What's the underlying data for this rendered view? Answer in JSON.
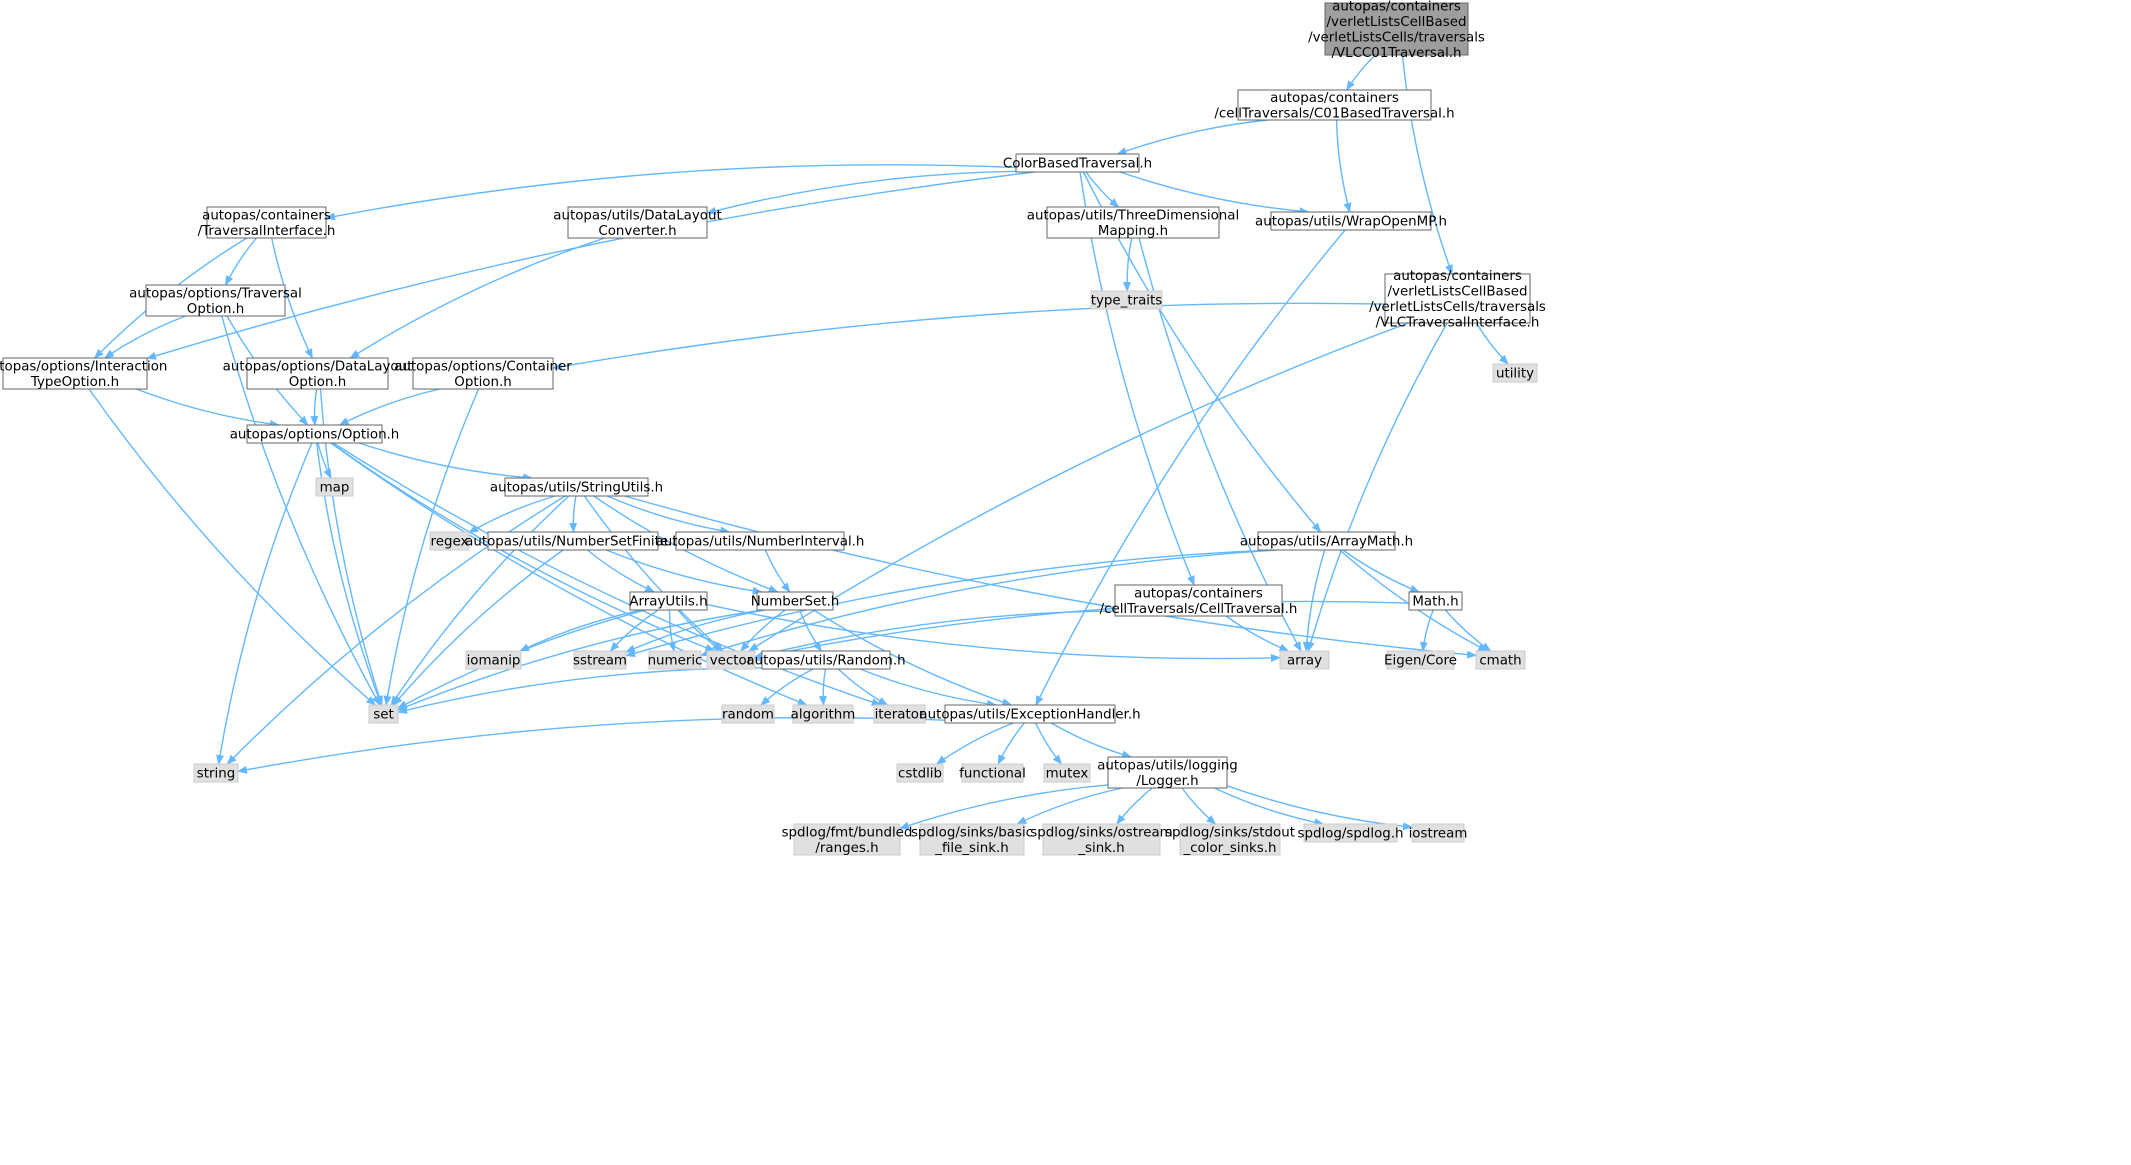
{
  "colors": {
    "root_fill": "#9e9e9e",
    "root_stroke": "#666666",
    "header_fill": "#ffffff",
    "header_stroke": "#666666",
    "system_fill": "#e0e0e0",
    "system_stroke": "#cccccc",
    "edge": "#63b8ff"
  },
  "nodes": [
    {
      "id": "n1",
      "kind": "root",
      "lines": [
        "autopas/containers",
        "/verletListsCellBased",
        "/verletListsCells/traversals",
        "/VLCC01Traversal.h"
      ]
    },
    {
      "id": "n2",
      "kind": "header",
      "lines": [
        "autopas/containers",
        "/cellTraversals/C01BasedTraversal.h"
      ]
    },
    {
      "id": "n3",
      "kind": "header",
      "lines": [
        "autopas/containers",
        "/verletListsCellBased",
        "/verletListsCells/traversals",
        "/VLCTraversalInterface.h"
      ]
    },
    {
      "id": "n4",
      "kind": "header",
      "lines": [
        "ColorBasedTraversal.h"
      ]
    },
    {
      "id": "n5",
      "kind": "header",
      "lines": [
        "autopas/utils/WrapOpenMP.h"
      ]
    },
    {
      "id": "n6",
      "kind": "header",
      "lines": [
        "autopas/containers",
        "/TraversalInterface.h"
      ]
    },
    {
      "id": "n7",
      "kind": "header",
      "lines": [
        "autopas/utils/DataLayout",
        "Converter.h"
      ]
    },
    {
      "id": "n8",
      "kind": "header",
      "lines": [
        "autopas/utils/ThreeDimensional",
        "Mapping.h"
      ]
    },
    {
      "id": "n9",
      "kind": "system",
      "lines": [
        "type_traits"
      ]
    },
    {
      "id": "n10",
      "kind": "system",
      "lines": [
        "utility"
      ]
    },
    {
      "id": "n11",
      "kind": "header",
      "lines": [
        "autopas/options/Traversal",
        "Option.h"
      ]
    },
    {
      "id": "n12",
      "kind": "header",
      "lines": [
        "autopas/options/Interaction",
        "TypeOption.h"
      ]
    },
    {
      "id": "n13",
      "kind": "header",
      "lines": [
        "autopas/options/DataLayout",
        "Option.h"
      ]
    },
    {
      "id": "n14",
      "kind": "header",
      "lines": [
        "autopas/options/Container",
        "Option.h"
      ]
    },
    {
      "id": "n15",
      "kind": "header",
      "lines": [
        "autopas/options/Option.h"
      ]
    },
    {
      "id": "n16",
      "kind": "system",
      "lines": [
        "map"
      ]
    },
    {
      "id": "n17",
      "kind": "header",
      "lines": [
        "autopas/utils/StringUtils.h"
      ]
    },
    {
      "id": "n18",
      "kind": "system",
      "lines": [
        "regex"
      ]
    },
    {
      "id": "n19",
      "kind": "header",
      "lines": [
        "autopas/utils/NumberSetFinite.h"
      ]
    },
    {
      "id": "n20",
      "kind": "header",
      "lines": [
        "autopas/utils/NumberInterval.h"
      ]
    },
    {
      "id": "n21",
      "kind": "header",
      "lines": [
        "autopas/utils/ArrayMath.h"
      ]
    },
    {
      "id": "n22",
      "kind": "header",
      "lines": [
        "ArrayUtils.h"
      ]
    },
    {
      "id": "n23",
      "kind": "header",
      "lines": [
        "NumberSet.h"
      ]
    },
    {
      "id": "n24",
      "kind": "header",
      "lines": [
        "autopas/containers",
        "/cellTraversals/CellTraversal.h"
      ]
    },
    {
      "id": "n25",
      "kind": "header",
      "lines": [
        "Math.h"
      ]
    },
    {
      "id": "n26",
      "kind": "system",
      "lines": [
        "iomanip"
      ]
    },
    {
      "id": "n27",
      "kind": "system",
      "lines": [
        "sstream"
      ]
    },
    {
      "id": "n28",
      "kind": "system",
      "lines": [
        "numeric"
      ]
    },
    {
      "id": "n29",
      "kind": "system",
      "lines": [
        "vector"
      ]
    },
    {
      "id": "n30",
      "kind": "system",
      "lines": [
        "array"
      ]
    },
    {
      "id": "n31",
      "kind": "system",
      "lines": [
        "Eigen/Core"
      ]
    },
    {
      "id": "n32",
      "kind": "system",
      "lines": [
        "cmath"
      ]
    },
    {
      "id": "n33",
      "kind": "header",
      "lines": [
        "autopas/utils/Random.h"
      ]
    },
    {
      "id": "n34",
      "kind": "system",
      "lines": [
        "set"
      ]
    },
    {
      "id": "n35",
      "kind": "system",
      "lines": [
        "random"
      ]
    },
    {
      "id": "n36",
      "kind": "system",
      "lines": [
        "algorithm"
      ]
    },
    {
      "id": "n37",
      "kind": "system",
      "lines": [
        "iterator"
      ]
    },
    {
      "id": "n38",
      "kind": "header",
      "lines": [
        "autopas/utils/ExceptionHandler.h"
      ]
    },
    {
      "id": "n39",
      "kind": "system",
      "lines": [
        "string"
      ]
    },
    {
      "id": "n40",
      "kind": "system",
      "lines": [
        "cstdlib"
      ]
    },
    {
      "id": "n41",
      "kind": "system",
      "lines": [
        "functional"
      ]
    },
    {
      "id": "n42",
      "kind": "system",
      "lines": [
        "mutex"
      ]
    },
    {
      "id": "n43",
      "kind": "header",
      "lines": [
        "autopas/utils/logging",
        "/Logger.h"
      ]
    },
    {
      "id": "n44",
      "kind": "system",
      "lines": [
        "spdlog/fmt/bundled",
        "/ranges.h"
      ]
    },
    {
      "id": "n45",
      "kind": "system",
      "lines": [
        "spdlog/sinks/basic",
        "_file_sink.h"
      ]
    },
    {
      "id": "n46",
      "kind": "system",
      "lines": [
        "spdlog/sinks/ostream",
        "_sink.h"
      ]
    },
    {
      "id": "n47",
      "kind": "system",
      "lines": [
        "spdlog/sinks/stdout",
        "_color_sinks.h"
      ]
    },
    {
      "id": "n48",
      "kind": "system",
      "lines": [
        "spdlog/spdlog.h"
      ]
    },
    {
      "id": "n49",
      "kind": "system",
      "lines": [
        "iostream"
      ]
    }
  ],
  "edges": [
    [
      "n1",
      "n2"
    ],
    [
      "n1",
      "n3"
    ],
    [
      "n2",
      "n4"
    ],
    [
      "n2",
      "n5"
    ],
    [
      "n4",
      "n6"
    ],
    [
      "n4",
      "n7"
    ],
    [
      "n4",
      "n8"
    ],
    [
      "n4",
      "n5"
    ],
    [
      "n4",
      "n12"
    ],
    [
      "n4",
      "n21"
    ],
    [
      "n4",
      "n24"
    ],
    [
      "n5",
      "n38"
    ],
    [
      "n3",
      "n14"
    ],
    [
      "n3",
      "n10"
    ],
    [
      "n3",
      "n29"
    ],
    [
      "n3",
      "n30"
    ],
    [
      "n6",
      "n11"
    ],
    [
      "n6",
      "n12"
    ],
    [
      "n6",
      "n13"
    ],
    [
      "n7",
      "n13"
    ],
    [
      "n8",
      "n9"
    ],
    [
      "n8",
      "n30"
    ],
    [
      "n11",
      "n12"
    ],
    [
      "n11",
      "n15"
    ],
    [
      "n11",
      "n34"
    ],
    [
      "n12",
      "n15"
    ],
    [
      "n12",
      "n34"
    ],
    [
      "n13",
      "n15"
    ],
    [
      "n13",
      "n34"
    ],
    [
      "n14",
      "n15"
    ],
    [
      "n14",
      "n34"
    ],
    [
      "n15",
      "n16"
    ],
    [
      "n15",
      "n17"
    ],
    [
      "n15",
      "n34"
    ],
    [
      "n15",
      "n39"
    ],
    [
      "n15",
      "n29"
    ],
    [
      "n15",
      "n36"
    ],
    [
      "n15",
      "n37"
    ],
    [
      "n17",
      "n18"
    ],
    [
      "n17",
      "n19"
    ],
    [
      "n17",
      "n20"
    ],
    [
      "n17",
      "n23"
    ],
    [
      "n17",
      "n34"
    ],
    [
      "n17",
      "n39"
    ],
    [
      "n17",
      "n29"
    ],
    [
      "n17",
      "n32"
    ],
    [
      "n19",
      "n22"
    ],
    [
      "n19",
      "n23"
    ],
    [
      "n19",
      "n34"
    ],
    [
      "n20",
      "n23"
    ],
    [
      "n21",
      "n25"
    ],
    [
      "n21",
      "n27"
    ],
    [
      "n21",
      "n28"
    ],
    [
      "n21",
      "n30"
    ],
    [
      "n21",
      "n32"
    ],
    [
      "n22",
      "n26"
    ],
    [
      "n22",
      "n27"
    ],
    [
      "n22",
      "n28"
    ],
    [
      "n22",
      "n29"
    ],
    [
      "n22",
      "n30"
    ],
    [
      "n22",
      "n34"
    ],
    [
      "n23",
      "n27"
    ],
    [
      "n23",
      "n29"
    ],
    [
      "n23",
      "n33"
    ],
    [
      "n23",
      "n34"
    ],
    [
      "n23",
      "n38"
    ],
    [
      "n24",
      "n29"
    ],
    [
      "n24",
      "n30"
    ],
    [
      "n25",
      "n31"
    ],
    [
      "n25",
      "n32"
    ],
    [
      "n25",
      "n29"
    ],
    [
      "n33",
      "n35"
    ],
    [
      "n33",
      "n36"
    ],
    [
      "n33",
      "n37"
    ],
    [
      "n33",
      "n34"
    ],
    [
      "n33",
      "n38"
    ],
    [
      "n38",
      "n39"
    ],
    [
      "n38",
      "n40"
    ],
    [
      "n38",
      "n41"
    ],
    [
      "n38",
      "n42"
    ],
    [
      "n38",
      "n43"
    ],
    [
      "n43",
      "n44"
    ],
    [
      "n43",
      "n45"
    ],
    [
      "n43",
      "n46"
    ],
    [
      "n43",
      "n47"
    ],
    [
      "n43",
      "n48"
    ],
    [
      "n43",
      "n49"
    ]
  ]
}
